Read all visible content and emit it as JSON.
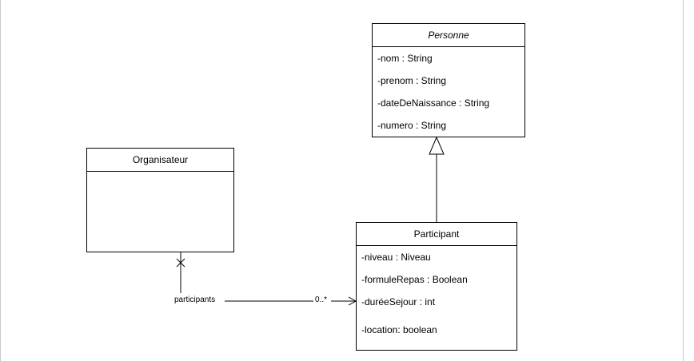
{
  "classes": {
    "personne": {
      "name": "Personne",
      "attributes": [
        "-nom : String",
        "-prenom : String",
        "-dateDeNaissance : String",
        "-numero : String"
      ]
    },
    "organisateur": {
      "name": "Organisateur",
      "attributes": []
    },
    "participant": {
      "name": "Participant",
      "attributes": [
        "-niveau : Niveau",
        "-formuleRepas : Boolean",
        "-duréeSejour : int",
        "-location: boolean"
      ]
    }
  },
  "association": {
    "role": "participants",
    "multiplicity": "0..*"
  }
}
